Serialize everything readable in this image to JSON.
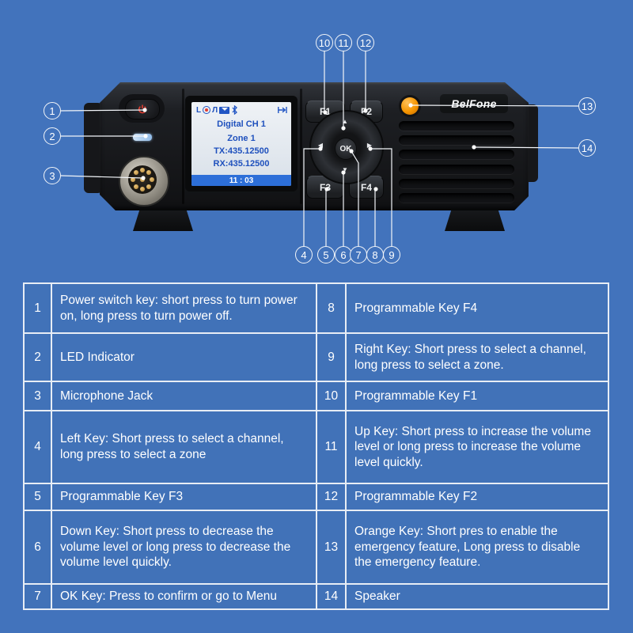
{
  "background_color": "#4273BC",
  "device": {
    "brand": "BelFone",
    "screen": {
      "channel": "Digital CH 1",
      "zone": "Zone 1",
      "tx": "TX:435.12500",
      "rx": "RX:435.12500",
      "time": "11 : 03",
      "status_icons": [
        {
          "name": "signal-l-icon",
          "glyph": "L"
        },
        {
          "name": "record-dot-icon",
          "glyph": "circle-red-dot"
        },
        {
          "name": "antenna-icon",
          "glyph": "Л"
        },
        {
          "name": "message-icon",
          "glyph": "envelope"
        },
        {
          "name": "bluetooth-icon",
          "glyph": "bluetooth"
        },
        {
          "name": "scan-icon",
          "glyph": "arrow-to-bar"
        }
      ]
    },
    "keys": {
      "f1": "F1",
      "f2": "F2",
      "f3": "F3",
      "f4": "F4",
      "ok": "OK"
    },
    "colors": {
      "emergency_button": "#F69500",
      "led": "#A9CDF1",
      "screen_text": "#1E50BD"
    }
  },
  "callouts": [
    "1",
    "2",
    "3",
    "4",
    "5",
    "6",
    "7",
    "8",
    "9",
    "10",
    "11",
    "12",
    "13",
    "14"
  ],
  "table": {
    "rows": [
      {
        "left_no": "1",
        "left_text": "Power switch key: short press to turn power on, long press to turn power off.",
        "right_no": "8",
        "right_text": "Programmable Key F4"
      },
      {
        "left_no": "2",
        "left_text": "LED Indicator",
        "right_no": "9",
        "right_text": "Right Key: Short press to select a channel, long press to select a zone."
      },
      {
        "left_no": "3",
        "left_text": "Microphone Jack",
        "right_no": "10",
        "right_text": "Programmable Key F1"
      },
      {
        "left_no": "4",
        "left_text": "Left Key: Short press to select a channel, long press to select a zone",
        "right_no": "11",
        "right_text": "Up Key: Short press to increase the volume level or long press to increase the volume level quickly."
      },
      {
        "left_no": "5",
        "left_text": "Programmable Key F3",
        "right_no": "12",
        "right_text": "Programmable Key F2"
      },
      {
        "left_no": "6",
        "left_text": "Down Key: Short press to decrease the volume level or long press to decrease the volume level quickly.",
        "right_no": "13",
        "right_text": "Orange Key: Short pres to enable the emergency feature, Long press to disable the emergency feature."
      },
      {
        "left_no": "7",
        "left_text": "OK Key: Press to confirm or go to Menu",
        "right_no": "14",
        "right_text": "Speaker"
      }
    ]
  }
}
